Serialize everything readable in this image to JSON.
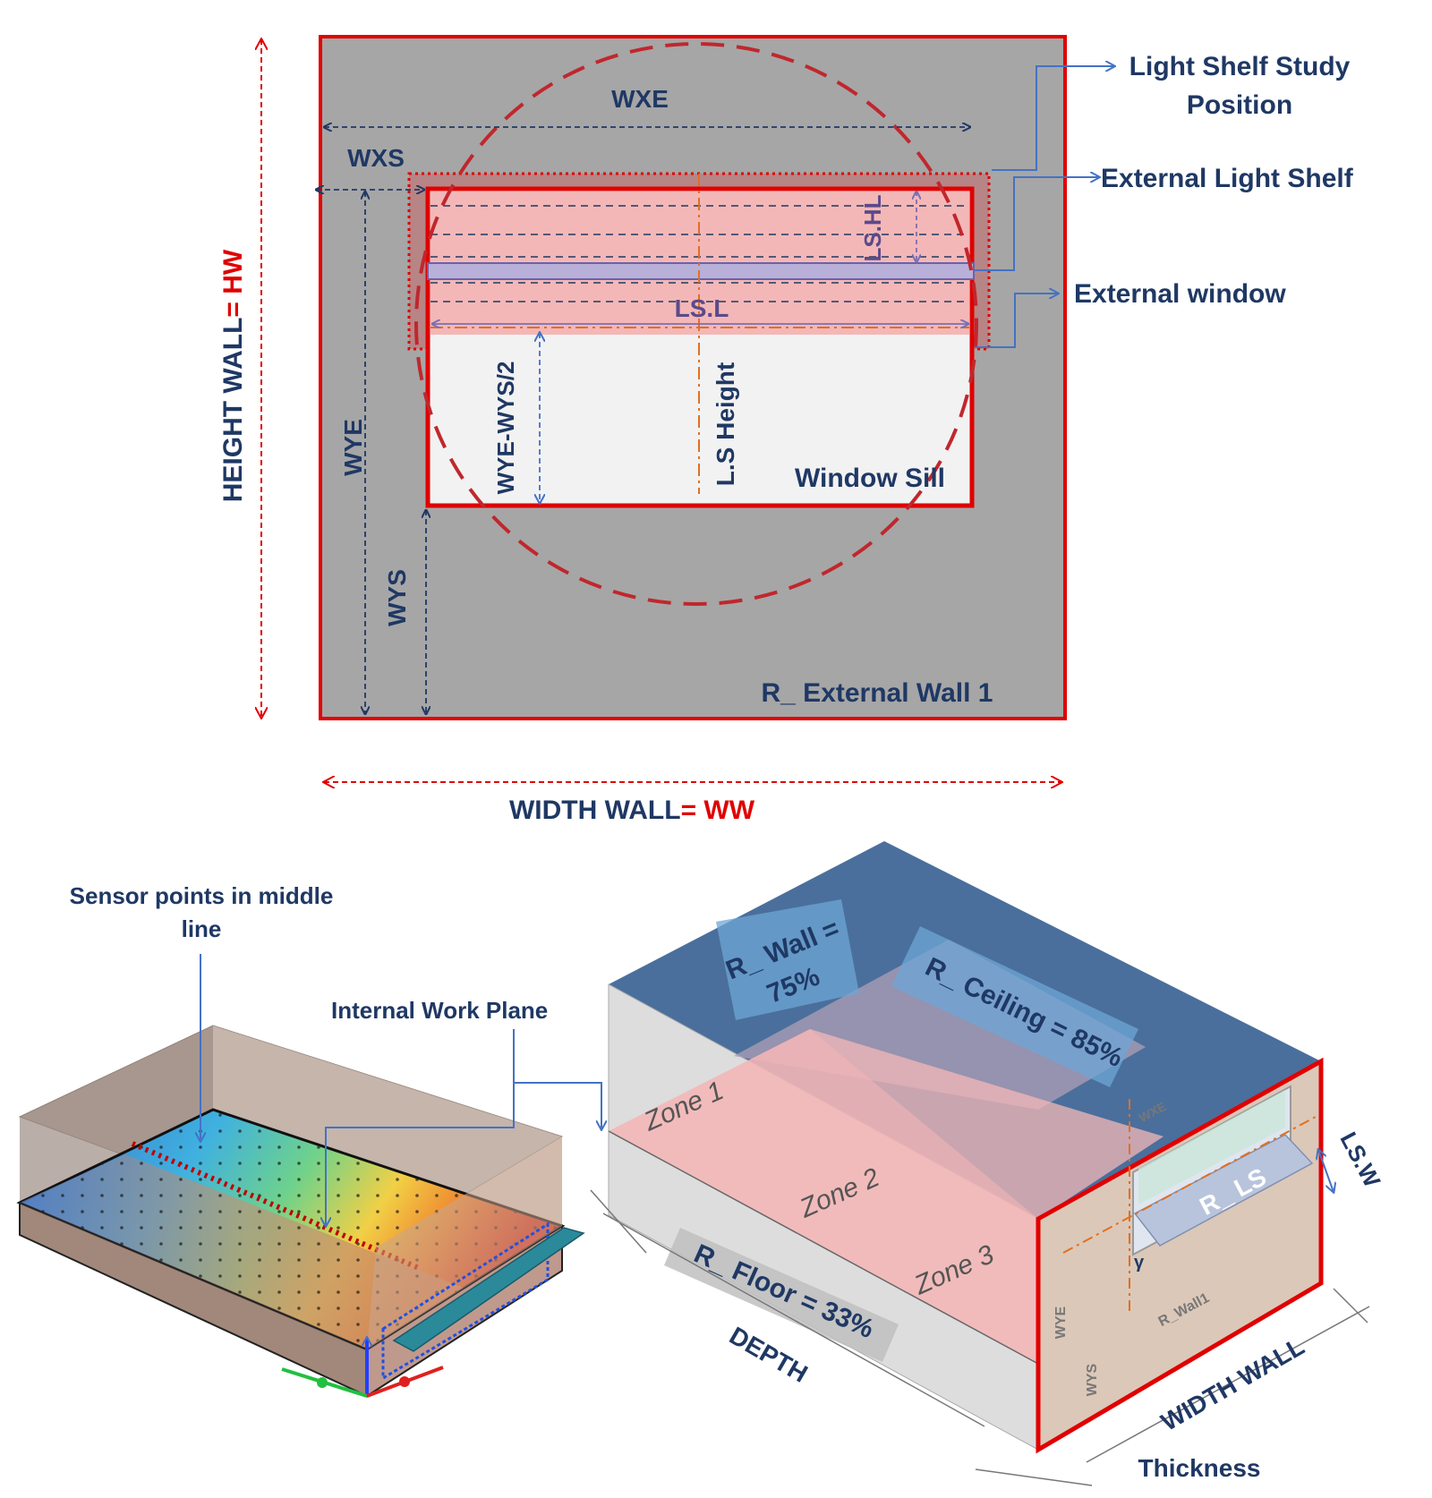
{
  "top_diagram": {
    "wall_label": "R_ External Wall 1",
    "window_sill": "Window Sill",
    "dims": {
      "wxe": "WXE",
      "wxs": "WXS",
      "wye": "WYE",
      "wys": "WYS",
      "wye_wys_half": "WYE-WYS/2",
      "ls_height": "L.S Height",
      "ls_l": "LS.L",
      "ls_hl": "LS.HL"
    },
    "callouts": {
      "light_shelf_study_line1": "Light Shelf Study",
      "light_shelf_study_line2": "Position",
      "external_light_shelf": "External Light Shelf",
      "external_window": "External window"
    },
    "height_wall_label": "HEIGHT WALL",
    "height_wall_eq": "= HW",
    "width_wall_label": "WIDTH WALL",
    "width_wall_eq": "= WW"
  },
  "bottom_left": {
    "sensor_line1": "Sensor points in middle",
    "sensor_line2": "line",
    "work_plane": "Internal Work Plane"
  },
  "bottom_right": {
    "r_wall_line1": "R_ Wall =",
    "r_wall_line2": "75%",
    "r_ceiling": "R_ Ceiling = 85%",
    "r_floor": "R_ Floor = 33%",
    "zone1": "Zone 1",
    "zone2": "Zone 2",
    "zone3": "Zone 3",
    "r_ls": "R_ LS",
    "ls_w": "LS.W",
    "depth": "DEPTH",
    "width_wall": "WIDTH WALL",
    "thickness": "Thickness",
    "small_wye": "WYE",
    "small_wys": "WYS",
    "small_wall1": "R_Wall1",
    "small_wxe": "WXE",
    "gamma": "γ"
  },
  "colors": {
    "wall_grey": "#a6a6a6",
    "frame_red": "#e00000",
    "navy_text": "#1f3864",
    "window_pink": "#f4b7b7",
    "ceiling_blue": "#4a6f9c"
  }
}
